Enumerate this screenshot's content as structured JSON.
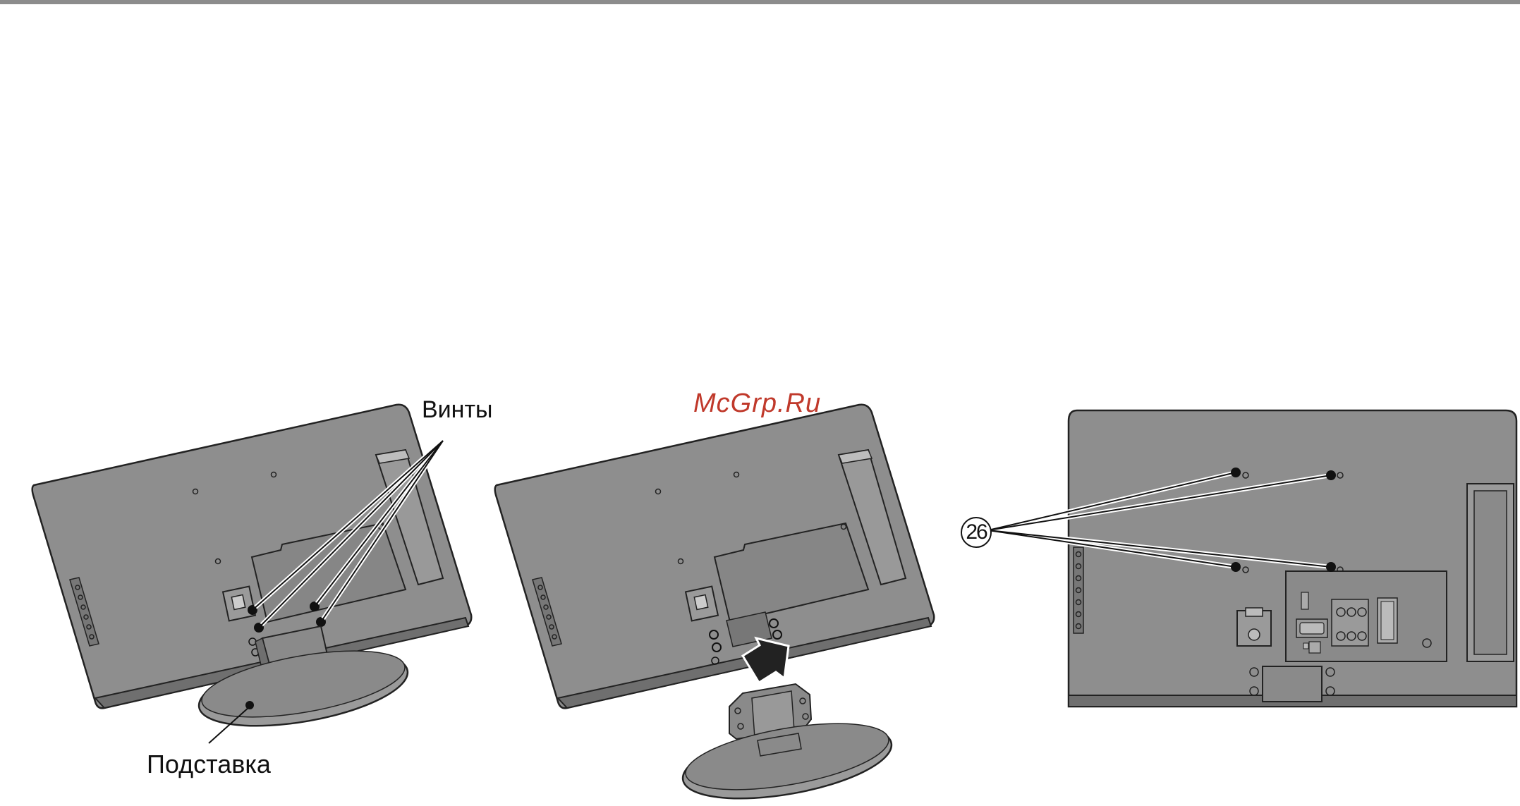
{
  "labels": {
    "screws": "Винты",
    "stand": "Подставка",
    "callout_number": "26"
  },
  "watermark": "McGrp.Ru",
  "colors": {
    "tv_body": "#8e8e8e",
    "tv_edge": "#222222",
    "panel": "#7d7d7d",
    "watermark": "#c0392b",
    "top_rule": "#8c8c8c"
  }
}
